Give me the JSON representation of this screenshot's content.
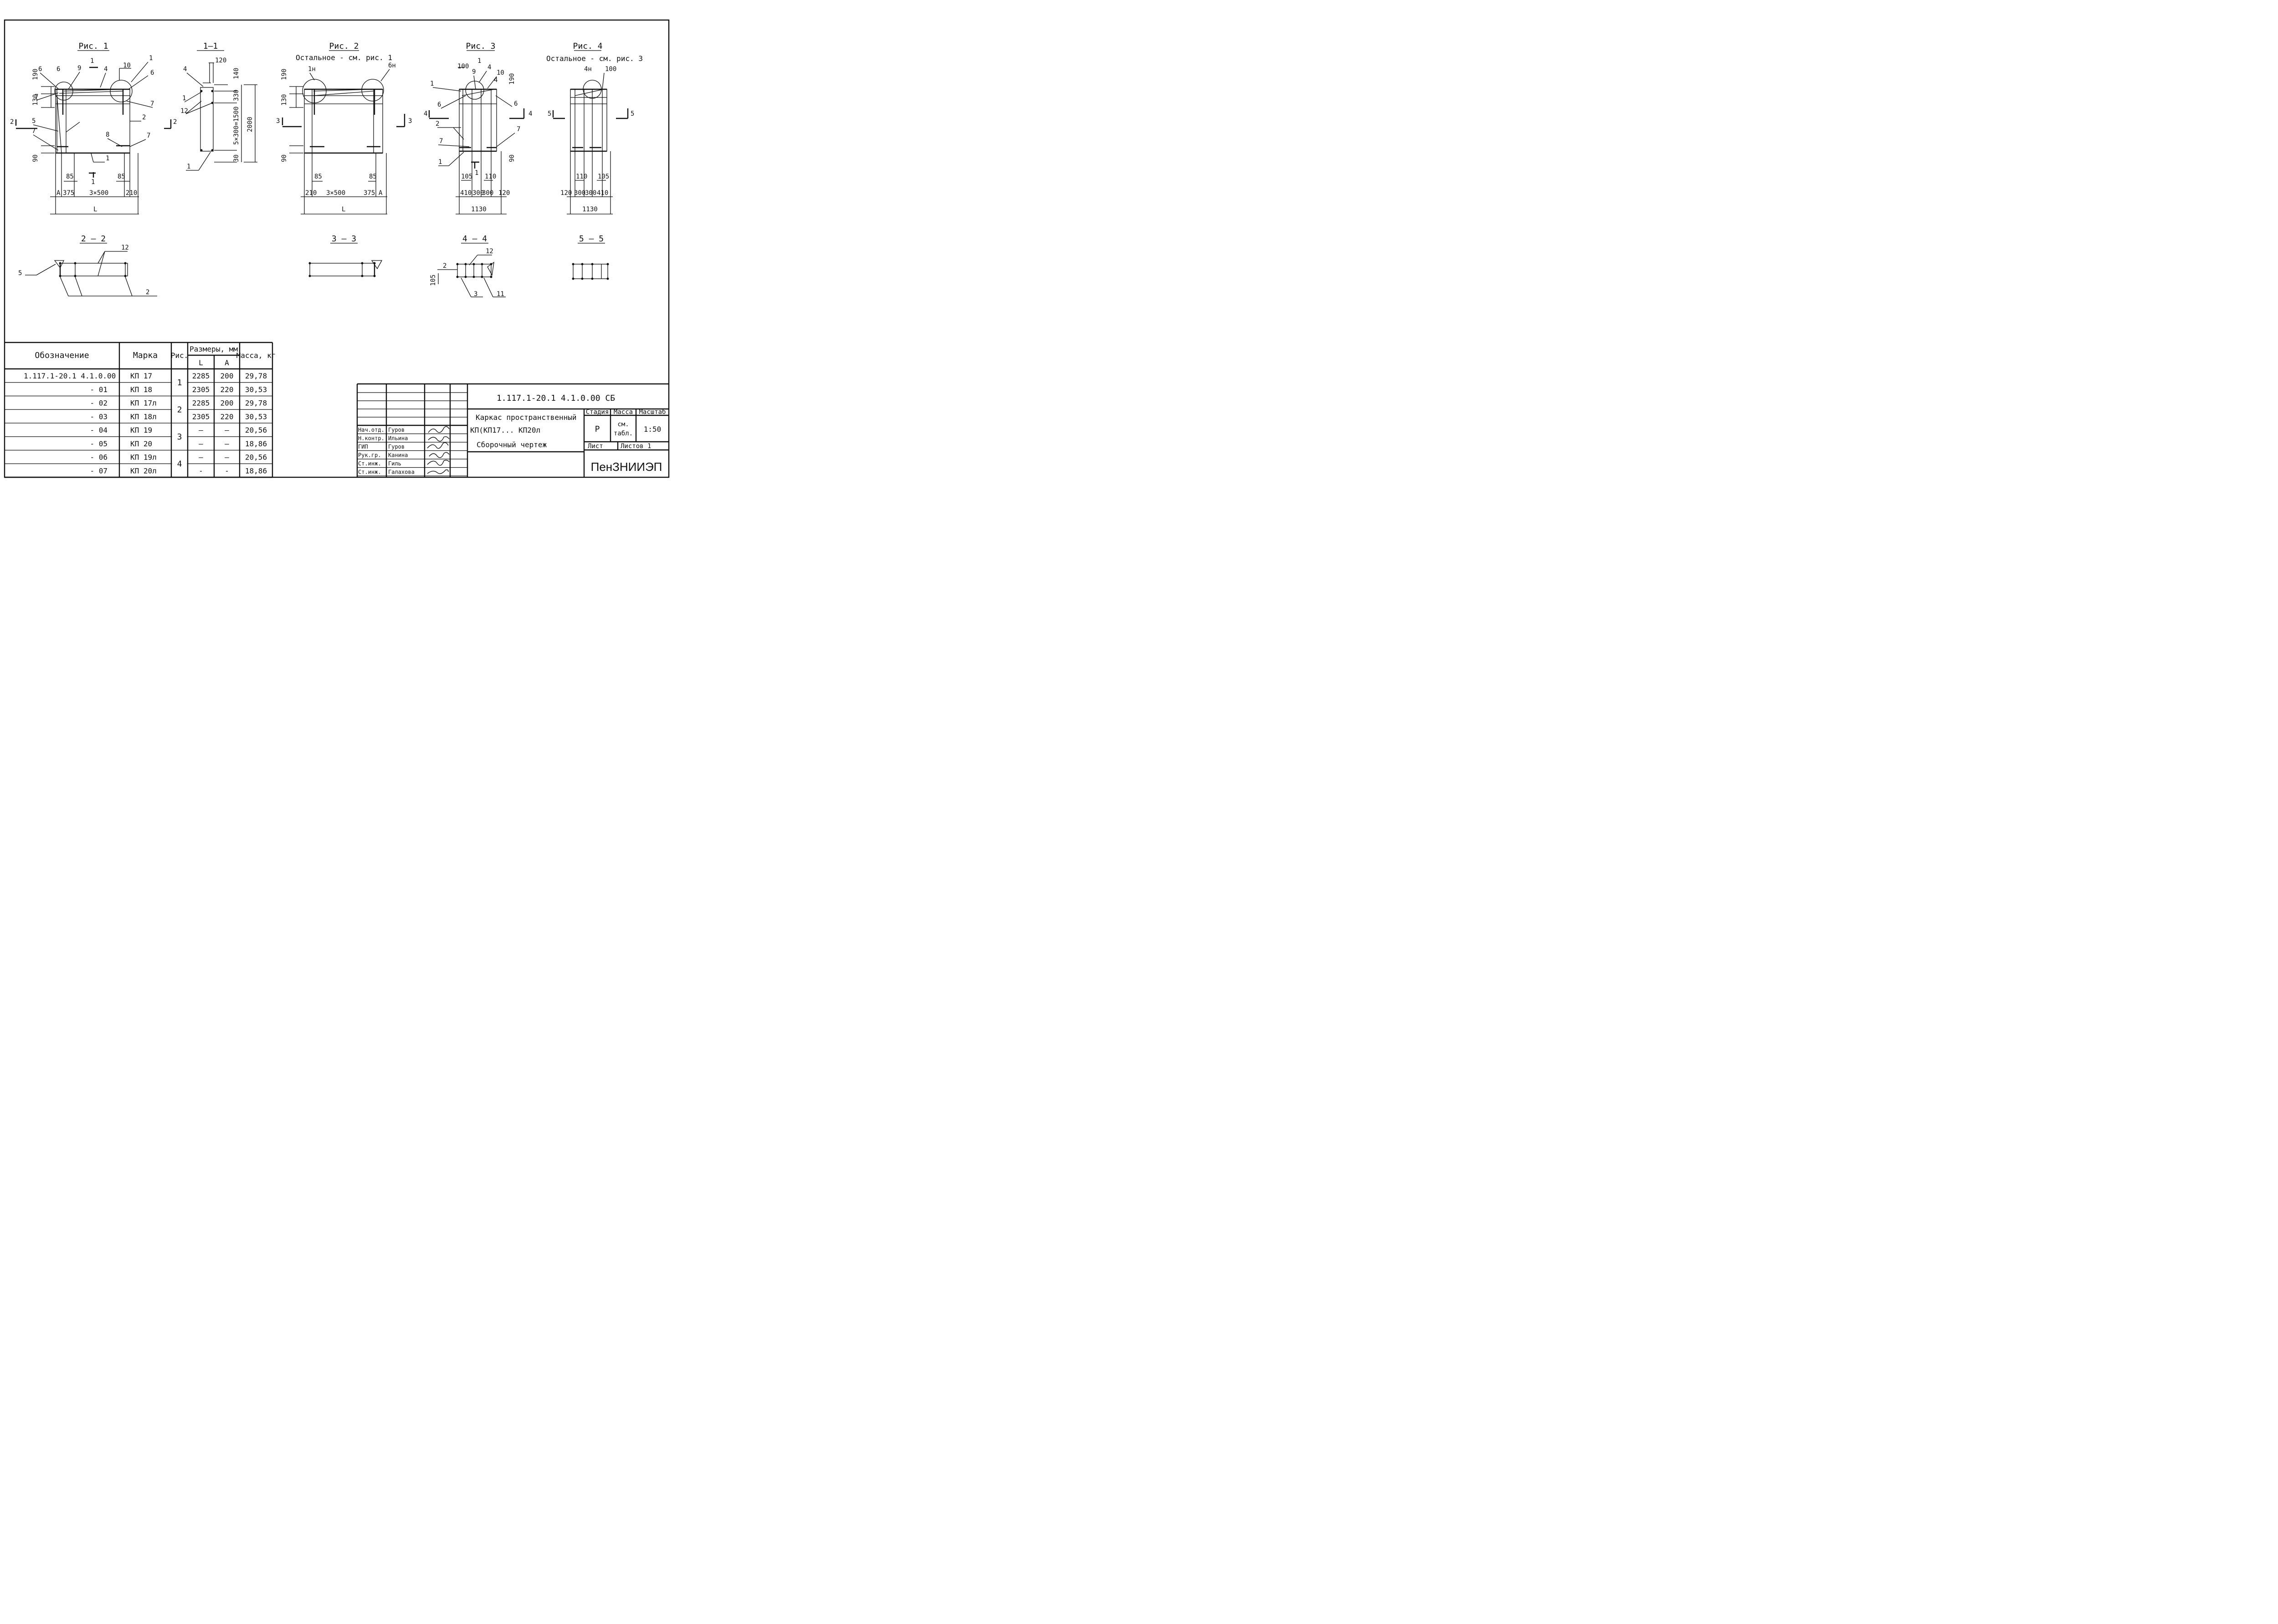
{
  "figures": {
    "fig1": {
      "title": "Рис. 1",
      "L": "L",
      "A": "A",
      "dims": [
        "190",
        "130",
        "90",
        "85",
        "85",
        "375",
        "3×500",
        "210"
      ],
      "leaders": [
        "6",
        "6",
        "9",
        "1",
        "4",
        "10",
        "1",
        "6",
        "7",
        "7",
        "5",
        "7",
        "8",
        "7",
        "2",
        "1"
      ],
      "cut_a": "1",
      "cut_b": "1",
      "section_left": "2",
      "section_right": "2"
    },
    "s11": {
      "title": "1—1",
      "dims": [
        "120",
        "140",
        "330",
        "5×300=1500",
        "30",
        "2000"
      ],
      "leaders": [
        "4",
        "1",
        "12",
        "1"
      ]
    },
    "fig2": {
      "title": "Рис. 2",
      "subtitle": "Остальное - см. рис. 1",
      "L": "L",
      "A": "A",
      "leaders": [
        "1н",
        "6н"
      ],
      "dims": [
        "190",
        "130",
        "90",
        "85",
        "85",
        "210",
        "3×500",
        "375"
      ],
      "section_left": "3",
      "section_right": "3"
    },
    "fig3": {
      "title": "Рис. 3",
      "leaders": [
        "1",
        "9",
        "4",
        "10",
        "4",
        "6",
        "1",
        "6",
        "2",
        "7",
        "7",
        "1"
      ],
      "dims": [
        "100",
        "190",
        "90",
        "105",
        "110",
        "410",
        "300",
        "300",
        "120",
        "1130"
      ],
      "cut": "1",
      "section_left": "4",
      "section_right": "4"
    },
    "fig4": {
      "title": "Рис. 4",
      "subtitle": "Остальное - см. рис. 3",
      "leaders": [
        "4н"
      ],
      "dims": [
        "100",
        "110",
        "105",
        "120",
        "300",
        "300",
        "410",
        "1130"
      ],
      "section_left": "5",
      "section_right": "5"
    },
    "s22": {
      "title": "2 — 2",
      "leaders": [
        "12",
        "5",
        "2"
      ]
    },
    "s33": {
      "title": "3 — 3"
    },
    "s44": {
      "title": "4 — 4",
      "leaders": [
        "12",
        "2",
        "105",
        "3",
        "11"
      ]
    },
    "s55": {
      "title": "5 — 5"
    }
  },
  "spec_table": {
    "headers": {
      "designation": "Обозначение",
      "mark": "Марка",
      "fig": "Рис.",
      "sizes": "Размеры, мм",
      "L": "L",
      "A": "А",
      "mass": "Масса, кг"
    },
    "rows": [
      {
        "designation": "1.117.1-20.1 4.1.0.00",
        "mark": "КП 17",
        "L": "2285",
        "A": "200",
        "mass": "29,78"
      },
      {
        "designation": "- 01",
        "mark": "КП 18",
        "L": "2305",
        "A": "220",
        "mass": "30,53"
      },
      {
        "designation": "- 02",
        "mark": "КП 17л",
        "L": "2285",
        "A": "200",
        "mass": "29,78"
      },
      {
        "designation": "- 03",
        "mark": "КП 18л",
        "L": "2305",
        "A": "220",
        "mass": "30,53"
      },
      {
        "designation": "- 04",
        "mark": "КП 19",
        "L": "—",
        "A": "—",
        "mass": "20,56"
      },
      {
        "designation": "- 05",
        "mark": "КП 20",
        "L": "—",
        "A": "—",
        "mass": "18,86"
      },
      {
        "designation": "- 06",
        "mark": "КП 19л",
        "L": "—",
        "A": "—",
        "mass": "20,56"
      },
      {
        "designation": "- 07",
        "mark": "КП 20л",
        "L": "-",
        "A": "-",
        "mass": "18,86"
      }
    ],
    "fig_groups": [
      "1",
      "2",
      "3",
      "4"
    ]
  },
  "title_block": {
    "code": "1.117.1-20.1 4.1.0.00 СБ",
    "name_line1": "Каркас пространственный",
    "name_line2": "КП(КП17... КП20л",
    "name_line3": "Сборочный чертеж",
    "stage_label": "Стадия",
    "mass_label": "Масса",
    "scale_label": "Масштаб",
    "stage": "Р",
    "mass_line1": "см.",
    "mass_line2": "табл.",
    "scale": "1:50",
    "sheet_label": "Лист",
    "sheets_label": "Листов 1",
    "org": "ПенЗНИИЭП",
    "staff": [
      {
        "role": "Нач.отд.",
        "name": "Гуров"
      },
      {
        "role": "Н.контр.",
        "name": "Ильина"
      },
      {
        "role": "ГИП",
        "name": "Гуров"
      },
      {
        "role": "Рук.гр.",
        "name": "Канина"
      },
      {
        "role": "Ст.инж.",
        "name": "Гиль"
      },
      {
        "role": "Ст.инж.",
        "name": "Галахова"
      }
    ]
  }
}
